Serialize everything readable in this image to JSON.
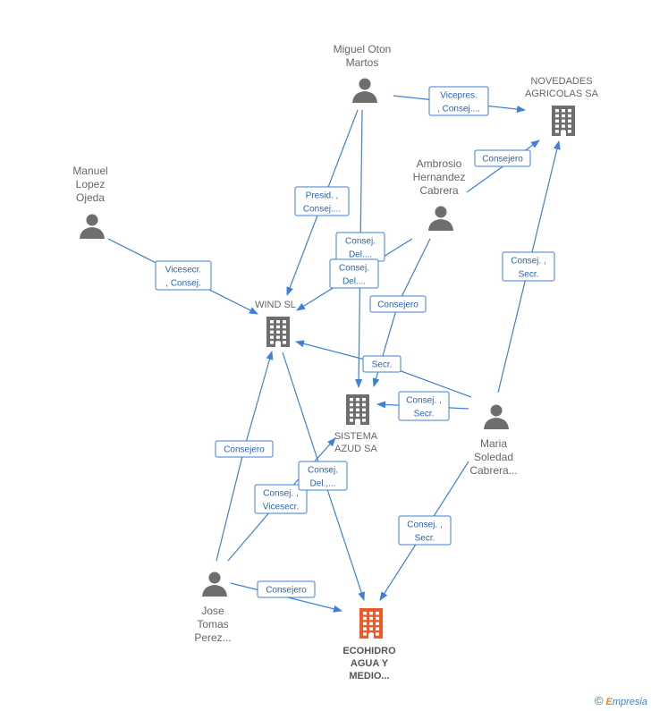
{
  "nodes": {
    "miguel": {
      "type": "person",
      "lines": [
        "Miguel Oton",
        "Martos"
      ]
    },
    "novedades": {
      "type": "company",
      "lines": [
        "NOVEDADES",
        "AGRICOLAS SA"
      ]
    },
    "manuel": {
      "type": "person",
      "lines": [
        "Manuel",
        "Lopez",
        "Ojeda"
      ]
    },
    "ambrosio": {
      "type": "person",
      "lines": [
        "Ambrosio",
        "Hernandez",
        "Cabrera"
      ]
    },
    "wind": {
      "type": "company",
      "lines": [
        "WIND SL"
      ]
    },
    "sistema": {
      "type": "company",
      "lines": [
        "SISTEMA",
        "AZUD SA"
      ]
    },
    "maria": {
      "type": "person",
      "lines": [
        "Maria",
        "Soledad",
        "Cabrera..."
      ]
    },
    "jose": {
      "type": "person",
      "lines": [
        "Jose",
        "Tomas",
        "Perez..."
      ]
    },
    "ecohidro": {
      "type": "company",
      "focus": true,
      "lines": [
        "ECOHIDRO",
        "AGUA Y",
        "MEDIO..."
      ]
    }
  },
  "edge_labels": {
    "miguel_novedades": [
      "Vicepres.",
      ", Consej...."
    ],
    "miguel_wind": [
      "Presid. ,",
      "Consej...."
    ],
    "miguel_sistema": [
      "Consej.",
      "Del...."
    ],
    "ambrosio_novedades": [
      "Consejero"
    ],
    "ambrosio_wind": [
      "Consej.",
      "Del...."
    ],
    "ambrosio_sistema": [
      "Consejero"
    ],
    "manuel_wind": [
      "Vicesecr.",
      ", Consej."
    ],
    "maria_novedades": [
      "Consej. ,",
      "Secr."
    ],
    "maria_wind": [
      "Secr."
    ],
    "maria_sistema": [
      "Consej. ,",
      "Secr."
    ],
    "maria_ecohidro": [
      "Consej. ,",
      "Secr."
    ],
    "jose_wind": [
      "Consejero"
    ],
    "jose_sistema": [
      "Consej. ,",
      "Vicesecr."
    ],
    "wind_ecohidro": [
      "Consej.",
      "Del.,..."
    ],
    "jose_ecohidro": [
      "Consejero"
    ]
  },
  "brand": {
    "copyright": "©",
    "name_first": "E",
    "name_rest": "mpresia"
  },
  "colors": {
    "edge": "#3d7fd9",
    "person_icon": "#6e6e6e",
    "company_icon": "#6e6e6e",
    "focus_icon": "#f05a28"
  }
}
